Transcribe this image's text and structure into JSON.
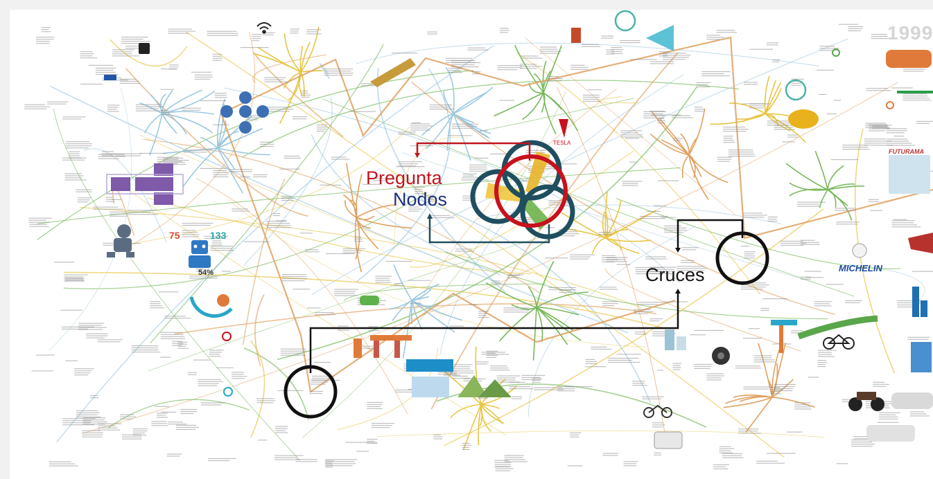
{
  "labels": {
    "pregunta": "Pregunta",
    "nodos": "Nodos",
    "cruces": "Cruces"
  },
  "brands": {
    "tesla": "TESLA",
    "michelin": "MICHELIN",
    "futurama": "FUTURAMA"
  },
  "stats": {
    "left": "75",
    "right": "133",
    "percent": "54%"
  },
  "year": "1999",
  "colors": {
    "pregunta": "#c0141e",
    "nodos": "#1b2f7a",
    "cruces": "#111111",
    "venn_red": "#c8101e",
    "venn_teal": "#1f4e5f",
    "branch_yellow": "#e7c545",
    "branch_orange": "#e0a060",
    "branch_blue": "#9cc8e0",
    "branch_green": "#77b85a"
  }
}
